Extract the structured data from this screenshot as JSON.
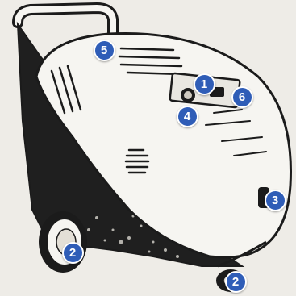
{
  "colors": {
    "background": "#eeece7",
    "callout": "#2f5db7",
    "ink": "#1b1b1b",
    "body_fill": "#f6f5f1"
  },
  "illustration": {
    "icon": "pressure-washer-icon"
  },
  "callouts": [
    {
      "id": "callout-1",
      "label": "1"
    },
    {
      "id": "callout-2-rear-wheel",
      "label": "2"
    },
    {
      "id": "callout-2-front-wheel",
      "label": "2"
    },
    {
      "id": "callout-3",
      "label": "3"
    },
    {
      "id": "callout-4",
      "label": "4"
    },
    {
      "id": "callout-5",
      "label": "5"
    },
    {
      "id": "callout-6",
      "label": "6"
    }
  ]
}
